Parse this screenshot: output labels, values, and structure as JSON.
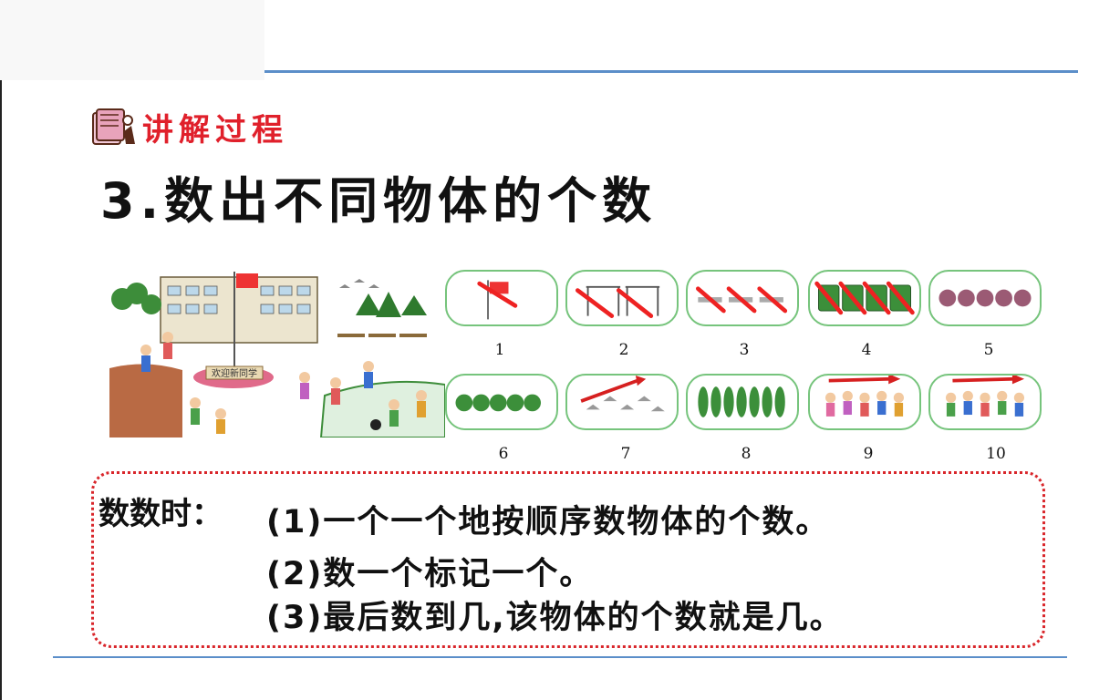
{
  "section": {
    "label": "讲解过程",
    "icon": "book-icon"
  },
  "title": "3.数出不同物体的个数",
  "scene": {
    "banner_text": "欢迎新同学"
  },
  "tiles": [
    {
      "number": "1",
      "subject": "flag"
    },
    {
      "number": "2",
      "subject": "swing-frame"
    },
    {
      "number": "3",
      "subject": "bench"
    },
    {
      "number": "4",
      "subject": "flower-bed"
    },
    {
      "number": "5",
      "subject": "flower"
    },
    {
      "number": "6",
      "subject": "bush"
    },
    {
      "number": "7",
      "subject": "dove"
    },
    {
      "number": "8",
      "subject": "tree"
    },
    {
      "number": "9",
      "subject": "girl"
    },
    {
      "number": "10",
      "subject": "boy"
    }
  ],
  "note": {
    "lead": "数数时：",
    "lines": [
      "(1)一个一个地按顺序数物体的个数。",
      "(2)数一个标记一个。",
      "(3)最后数到几,该物体的个数就是几。"
    ]
  },
  "colors": {
    "accent_red": "#e0202b",
    "rule_blue": "#5b8ec9",
    "tile_border": "#76c47c",
    "dotted_border": "#d9262b"
  }
}
